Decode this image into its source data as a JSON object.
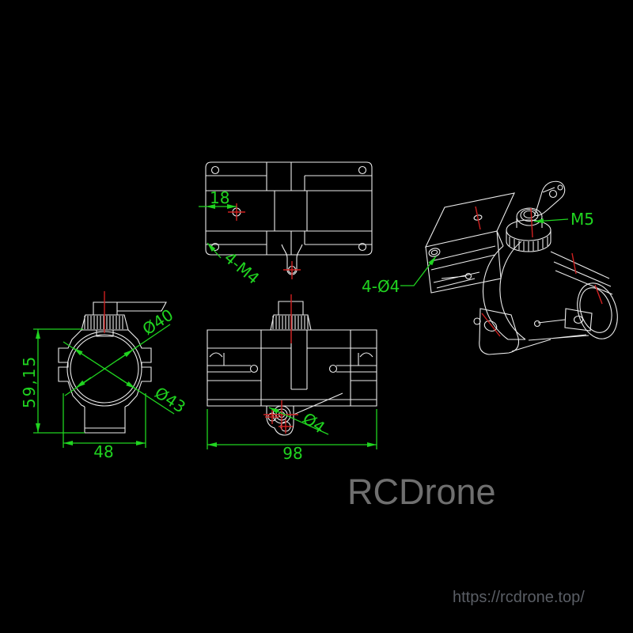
{
  "drawing": {
    "colors": {
      "background": "#000000",
      "line": "#ececec",
      "dimension": "#20d420",
      "centerline": "#cf2020",
      "watermark": "#6f6f6f",
      "url": "#5a5e65"
    },
    "watermark": "RCDrone",
    "url": "https://rcdrone.top/",
    "views": {
      "top_view": {
        "dimensions": {
          "hole_offset": "18",
          "corner_thread_callout": "4-M4"
        }
      },
      "front_view": {
        "dimensions": {
          "inner_diameter": "Ø40",
          "outer_diameter": "Ø43",
          "overall_height": "59,15",
          "base_width": "48"
        }
      },
      "side_view": {
        "dimensions": {
          "tab_hole_diameter": "Ø4",
          "overall_length": "98"
        }
      },
      "isometric_view": {
        "dimensions": {
          "knob_thread_callout": "M5",
          "mount_hole_callout": "4-Ø4"
        }
      }
    }
  }
}
